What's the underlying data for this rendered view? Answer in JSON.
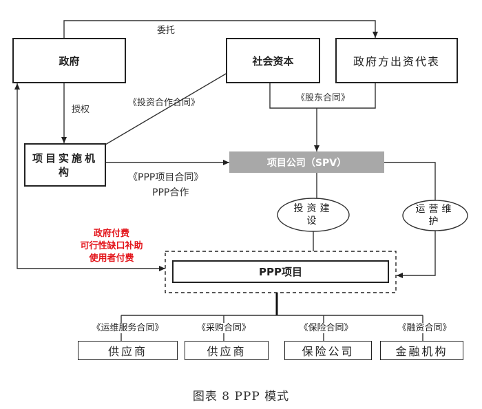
{
  "diagram": {
    "nodes": {
      "government": "政府",
      "social_capital": "社会资本",
      "gov_investor_rep": "政府方出资代表",
      "implementing_agency": "项目实施机构",
      "spv": "项目公司（SPV）",
      "investment_construction": "投资建设",
      "operation_maintenance": "运营维护",
      "ppp_project": "PPP项目"
    },
    "edges": {
      "entrust": "委托",
      "authorize": "授权",
      "invest_coop_contract": "《投资合作合同》",
      "shareholder_contract": "《股东合同》",
      "ppp_contract": "《PPP项目合同》",
      "ppp_cooperation": "PPP合作"
    },
    "payment_mechanisms": [
      "政府付费",
      "可行性缺口补助",
      "使用者付费"
    ],
    "contracts": [
      {
        "contract": "《运维服务合同》",
        "party": "供应商"
      },
      {
        "contract": "《采购合同》",
        "party": "供应商"
      },
      {
        "contract": "《保险合同》",
        "party": "保险公司"
      },
      {
        "contract": "《融资合同》",
        "party": "金融机构"
      }
    ]
  },
  "caption": "图表 8 PPP 模式",
  "colors": {
    "line": "#333333",
    "payment_text": "#e3151b",
    "spv_fill": "#a8a8a8",
    "spv_text": "#ffffff"
  }
}
